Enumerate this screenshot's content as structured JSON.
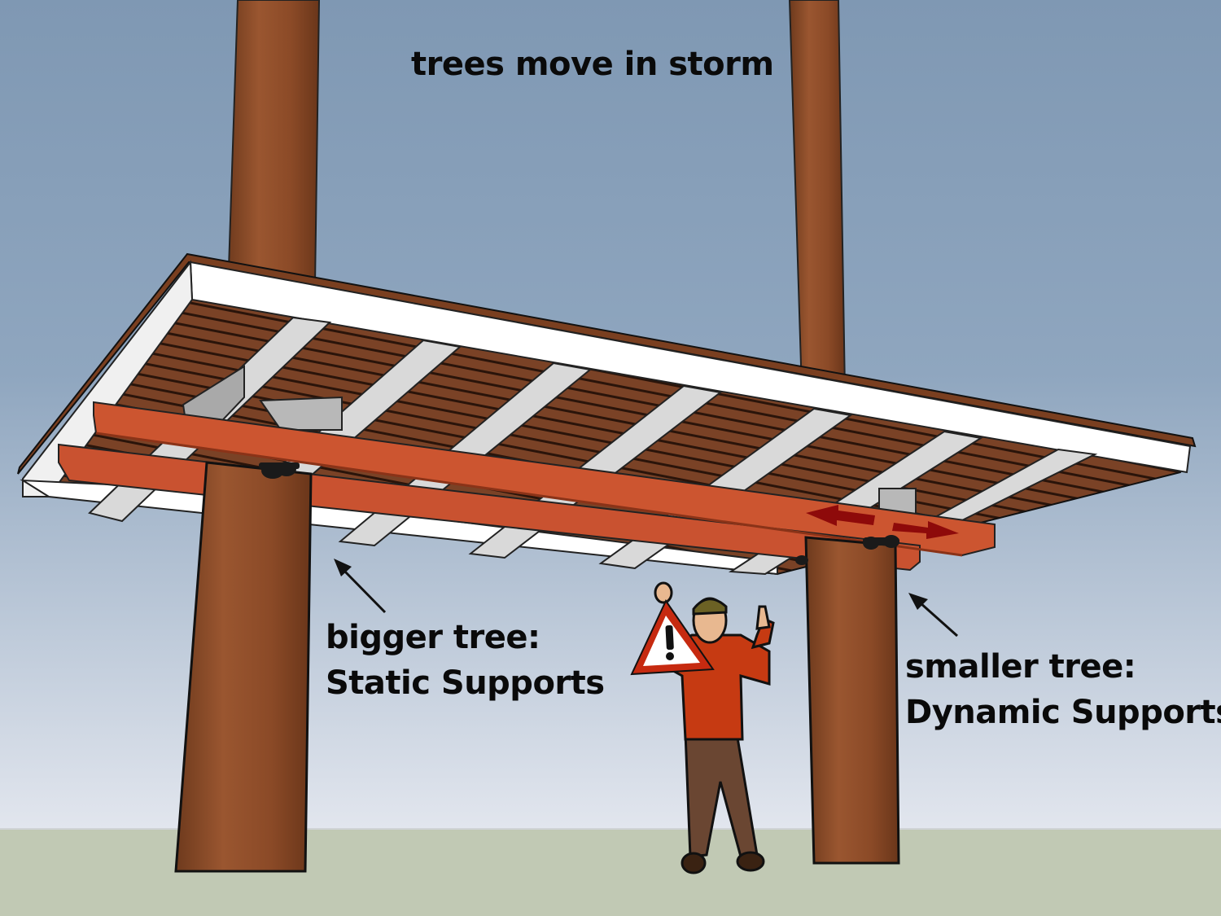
{
  "labels": {
    "title": "trees move in storm",
    "bigger_tree": {
      "line1": "bigger tree:",
      "line2": "Static Supports"
    },
    "smaller_tree": {
      "line1": "smaller tree:",
      "line2": "Dynamic Supports"
    }
  },
  "colors": {
    "sky_top": "#7f98b3",
    "sky_bottom": "#e2e6ee",
    "ground": "#c1c9b4",
    "trunk": "#8b4a27",
    "beam": "#cc5530",
    "arrow": "#8e0a0a",
    "joist": "#d9d9d9",
    "deck": "#6b3a22",
    "warning_red": "#c62a10"
  },
  "icons": {
    "warning_sign": "warning-triangle-icon",
    "movement_arrows": "double-arrow-icon"
  }
}
